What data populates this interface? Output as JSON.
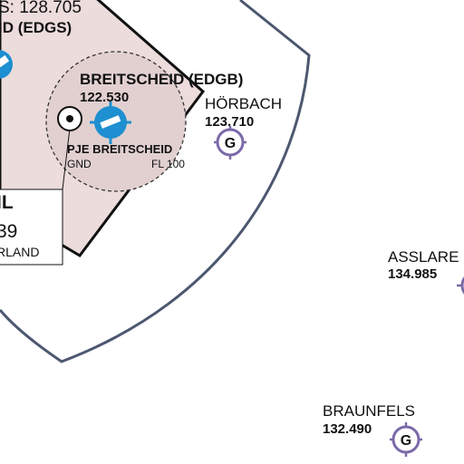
{
  "map": {
    "top_partial": {
      "freq_line": "S: 128.705",
      "name_line": "ID (EDGS)"
    },
    "airfield": {
      "name": "BREITSCHEID (EDGB)",
      "frequency": "122.530",
      "pje_label": "PJE BREITSCHEID",
      "pje_lower": "GND",
      "pje_upper": "FL 100"
    },
    "left_partial": {
      "name_tail": "IL",
      "number_tail": "39",
      "region_tail": "RLAND"
    },
    "glider_sites": [
      {
        "name": "HÖRBACH",
        "frequency": "123.710"
      },
      {
        "name": "ASSLARE",
        "frequency": "134.985"
      },
      {
        "name": "BRAUNFELS",
        "frequency": "132.490"
      }
    ],
    "icons": {
      "glider_symbol": "G",
      "glider_color": "#7a6aa8",
      "airfield_color": "#1e8fd0",
      "ctr_fill": "#ecdcdc",
      "border_color": "#4d5770"
    }
  }
}
